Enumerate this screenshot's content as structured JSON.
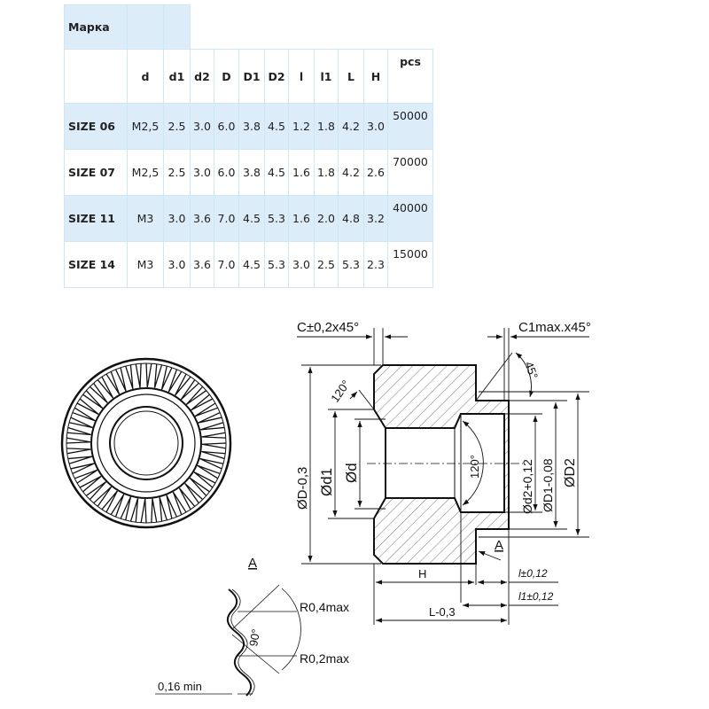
{
  "table": {
    "brand_label": "Марка",
    "columns": [
      "d",
      "d1",
      "d2",
      "D",
      "D1",
      "D2",
      "l",
      "l1",
      "L",
      "H",
      "pcs"
    ],
    "rows": [
      {
        "label": "SIZE 06",
        "values": [
          "M2,5",
          "2.5",
          "3.0",
          "6.0",
          "3.8",
          "4.5",
          "1.2",
          "1.8",
          "4.2",
          "3.0"
        ],
        "pcs": "50000"
      },
      {
        "label": "SIZE 07",
        "values": [
          "M2,5",
          "2.5",
          "3.0",
          "6.0",
          "3.8",
          "4.5",
          "1.6",
          "1.8",
          "4.2",
          "2.6"
        ],
        "pcs": "70000"
      },
      {
        "label": "SIZE 11",
        "values": [
          "M3",
          "3.0",
          "3.6",
          "7.0",
          "4.5",
          "5.3",
          "1.6",
          "2.0",
          "4.8",
          "3.2"
        ],
        "pcs": "40000"
      },
      {
        "label": "SIZE 14",
        "values": [
          "M3",
          "3.0",
          "3.6",
          "7.0",
          "4.5",
          "5.3",
          "3.0",
          "2.5",
          "5.3",
          "2.3"
        ],
        "pcs": "15000"
      }
    ]
  },
  "drawing": {
    "chamfer_left": "C±0,2x45°",
    "chamfer_right": "C1max.x45°",
    "angle_45": "45°",
    "angle_120_left": "120°",
    "angle_120_inner": "120°",
    "dim_D": "ØD-0,3",
    "dim_d1": "Ød1",
    "dim_d": "Ød",
    "dim_d2": "Ød2+0,12",
    "dim_D1": "ØD1-0,08",
    "dim_D2": "ØD2",
    "dim_H": "H",
    "dim_l": "l±0,12",
    "dim_l1": "l1±0,12",
    "dim_L": "L-0,3",
    "view_A_section": "A",
    "view_A_front": "A",
    "r_max_04": "R0,4max",
    "r_max_02": "R0,2max",
    "angle_90": "90°",
    "min_016": "0,16 min"
  }
}
